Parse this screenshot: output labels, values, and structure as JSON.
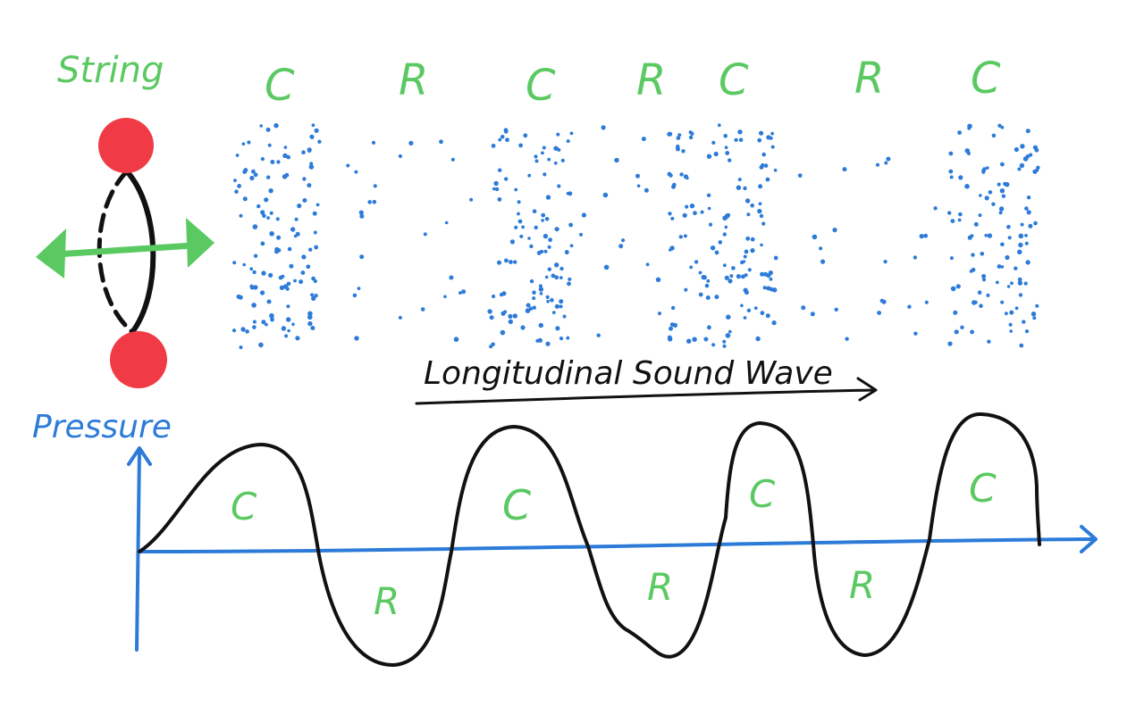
{
  "colors": {
    "green": "#5bc962",
    "blue": "#2d7bd8",
    "red": "#f03b46",
    "black": "#111111",
    "background": "#ffffff"
  },
  "string_panel": {
    "label": "String",
    "icons": [
      "red-node-icon",
      "string-line-icon",
      "double-arrow-icon"
    ]
  },
  "wave_bands": {
    "labels": [
      "C",
      "R",
      "C",
      "R",
      "C",
      "R",
      "C"
    ]
  },
  "direction": {
    "label": "Longitudinal Sound Wave"
  },
  "pressure_graph": {
    "ylabel": "Pressure",
    "region_labels": [
      "C",
      "R",
      "C",
      "R",
      "C",
      "R",
      "C"
    ]
  }
}
